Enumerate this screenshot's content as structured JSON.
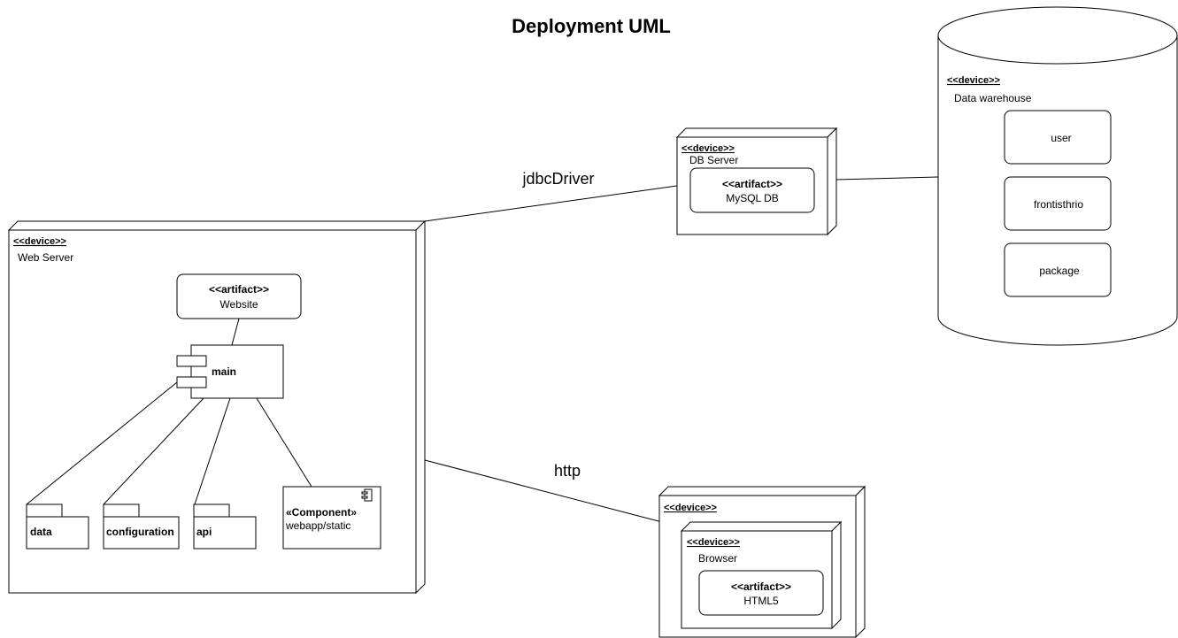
{
  "title": "Deployment UML",
  "edges": {
    "jdbc_label": "jdbcDriver",
    "http_label": "http"
  },
  "web_server": {
    "stereotype": "<<device>>",
    "name": "Web Server",
    "website_artifact": {
      "stereotype": "<<artifact>>",
      "name": "Website"
    },
    "main_component": "main",
    "packages": [
      "data",
      "configuration",
      "api"
    ],
    "webapp_component": {
      "stereotype": "«Component»",
      "name": "webapp/static"
    }
  },
  "db_server": {
    "stereotype": "<<device>>",
    "name": "DB Server",
    "artifact": {
      "stereotype": "<<artifact>>",
      "name": "MySQL DB"
    }
  },
  "data_warehouse": {
    "stereotype": "<<device>>",
    "name": "Data warehouse",
    "items": [
      "user",
      "frontisthrio",
      "package"
    ]
  },
  "client_device": {
    "stereotype": "<<device>>",
    "browser": {
      "stereotype": "<<device>>",
      "name": "Browser",
      "artifact": {
        "stereotype": "<<artifact>>",
        "name": "HTML5"
      }
    }
  }
}
